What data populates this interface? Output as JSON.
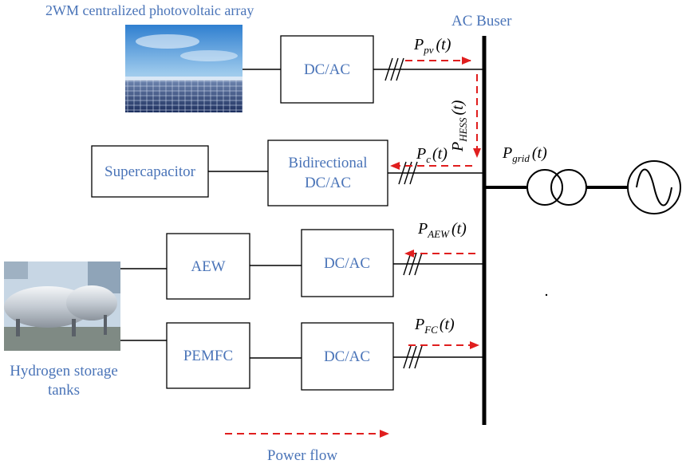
{
  "labels": {
    "pv_array": "2WM centralized photovoltaic array",
    "ac_bus": "AC Buser",
    "dcac_pv": "DC/AC",
    "supercapacitor": "Supercapacitor",
    "bidirectional_line1": "Bidirectional",
    "bidirectional_line2": "DC/AC",
    "aew": "AEW",
    "dcac_aew": "DC/AC",
    "pemfc": "PEMFC",
    "dcac_fc": "DC/AC",
    "hydrogen_line1": "Hydrogen storage",
    "hydrogen_line2": "tanks",
    "legend_power_flow": "Power flow"
  },
  "power_labels": {
    "pv": {
      "base": "P",
      "sub": "pv",
      "arg": "(t)"
    },
    "hess": {
      "base": "P",
      "sub": "HESS",
      "arg": "(t)"
    },
    "c": {
      "base": "P",
      "sub": "c",
      "arg": "(t)"
    },
    "grid": {
      "base": "P",
      "sub": "grid",
      "arg": "(t)"
    },
    "aew": {
      "base": "P",
      "sub": "AEW",
      "arg": "(t)"
    },
    "fc": {
      "base": "P",
      "sub": "FC",
      "arg": "(t)"
    }
  },
  "colors": {
    "label_blue": "#4a74b8",
    "arrow_red": "#e01e1e",
    "line": "#000000"
  }
}
